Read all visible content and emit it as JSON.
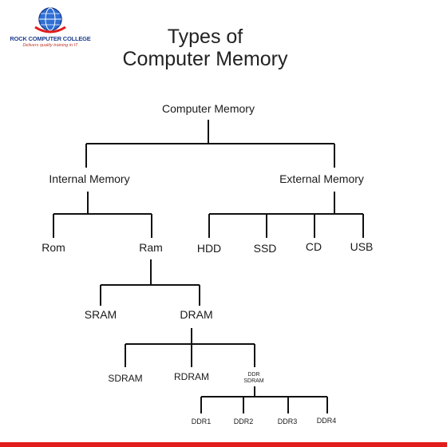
{
  "logo": {
    "name": "ROCK COMPUTER COLLEGE",
    "tagline": "Delivers quality training in IT"
  },
  "title": {
    "line1": "Types of",
    "line2": "Computer Memory"
  },
  "nodes": {
    "root": "Computer Memory",
    "internal": "Internal Memory",
    "external": "External Memory",
    "rom": "Rom",
    "ram": "Ram",
    "hdd": "HDD",
    "ssd": "SSD",
    "cd": "CD",
    "usb": "USB",
    "sram": "SRAM",
    "dram": "DRAM",
    "sdram": "SDRAM",
    "rdram": "RDRAM",
    "ddr_sdram_1": "DDR",
    "ddr_sdram_2": "SDRAM",
    "ddr1": "DDR1",
    "ddr2": "DDR2",
    "ddr3": "DDR3",
    "ddr4": "DDR4"
  },
  "colors": {
    "line": "#111111",
    "accent": "#e11d1d",
    "brand": "#1f3f8f"
  }
}
